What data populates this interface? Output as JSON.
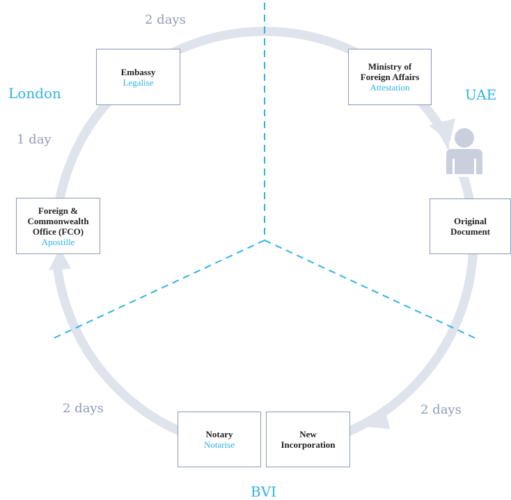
{
  "regions": {
    "london": "London",
    "uae": "UAE",
    "bvi": "BVI"
  },
  "durations": {
    "top": "2 days",
    "left": "1 day",
    "bottom_left": "2 days",
    "bottom_right": "2 days"
  },
  "steps": {
    "embassy": {
      "title": "Embassy",
      "action": "Legalise"
    },
    "mofa": {
      "title": "Ministry of\nForeign Affairs",
      "action": "Attestation"
    },
    "original": {
      "title": "Original\nDocument",
      "action": ""
    },
    "new_incorporation": {
      "title": "New\nIncorporation",
      "action": ""
    },
    "notary": {
      "title": "Notary",
      "action": "Notarise"
    },
    "fco": {
      "title": "Foreign &\nCommonwealth\nOffice (FCO)",
      "action": "Apostille"
    }
  },
  "icons": {
    "person": "person-icon"
  },
  "colors": {
    "accent": "#2fb3e6",
    "cycle": "#dfe3ec",
    "label_gray": "#8f9bb6",
    "box_border": "#8a97b5",
    "person": "#c9cfdc"
  }
}
